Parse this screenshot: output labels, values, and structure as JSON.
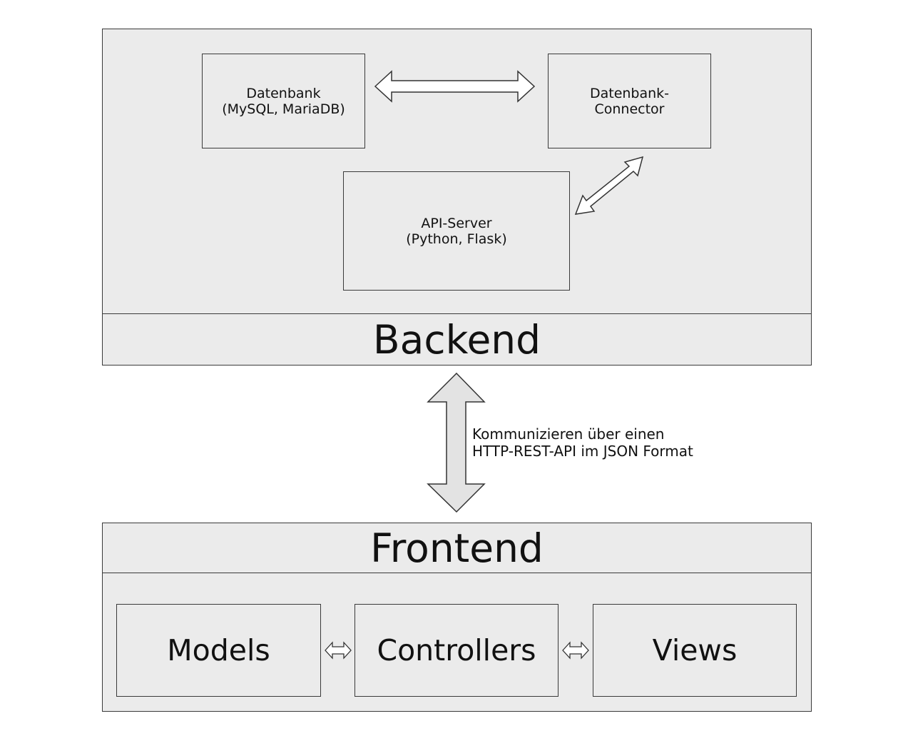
{
  "backend": {
    "title": "Backend",
    "datenbank": "Datenbank\n(MySQL, MariaDB)",
    "connector": "Datenbank-\nConnector",
    "api_server": "API-Server\n(Python, Flask)"
  },
  "communication": {
    "note": "Kommunizieren über einen\nHTTP-REST-API im JSON Format"
  },
  "frontend": {
    "title": "Frontend",
    "models": "Models",
    "controllers": "Controllers",
    "views": "Views"
  }
}
